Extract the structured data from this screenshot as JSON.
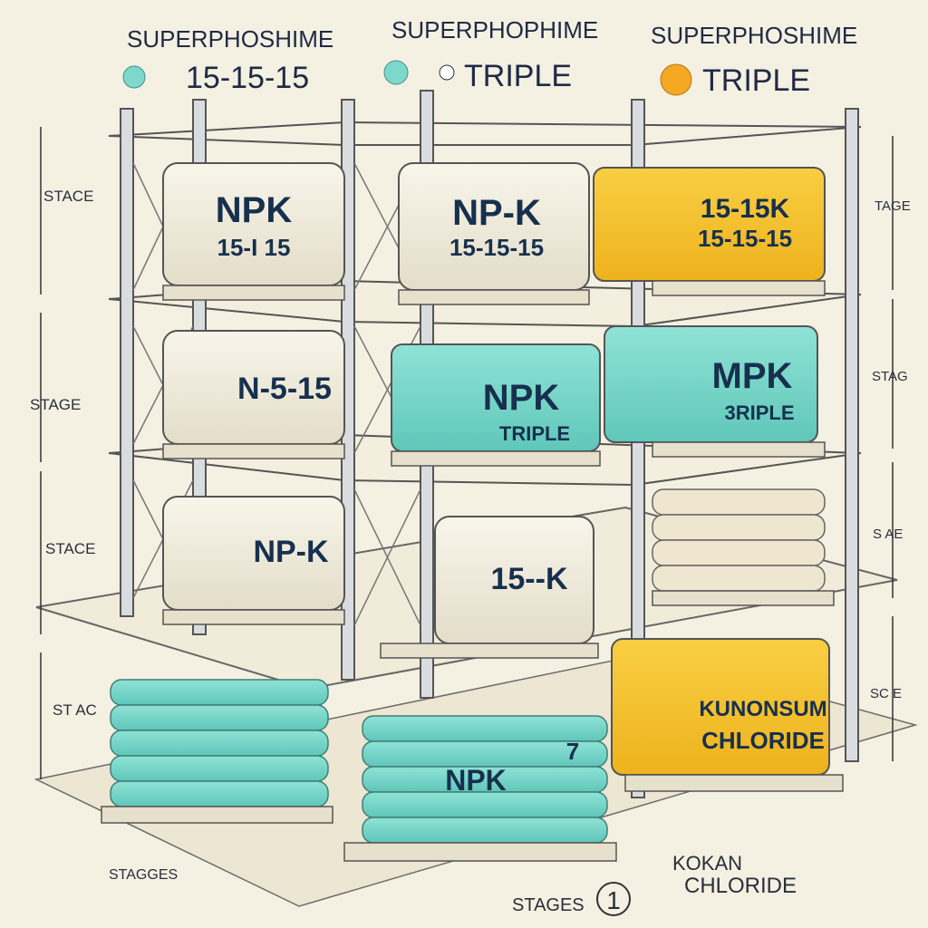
{
  "header": {
    "col1": {
      "title": "SUPERPHOSHIME",
      "sub": "15-15-15"
    },
    "col2": {
      "title": "SUPERPHOPHIME",
      "sub": "TRIPLE"
    },
    "col3": {
      "title": "SUPERPHOSHIME",
      "sub": "TRIPLE"
    }
  },
  "side_labels": {
    "left": [
      "STACE",
      "STAGE",
      "STACE",
      "ST AC"
    ],
    "right": [
      "TAGE",
      "STAG",
      "S AE",
      "SC E"
    ]
  },
  "shelves": {
    "row1": [
      "NPK\n15- I 15",
      "NP-K\n15-15-15",
      "15-15K\n15-15-15"
    ],
    "row2": [
      "N-5-15",
      "NPK\nTRIPLE",
      "MPK\n3RIPLE"
    ],
    "row3": [
      "NP-K",
      "15--K",
      ""
    ]
  },
  "floor": {
    "center_bag": "NPK",
    "center_num": "7",
    "right_bag": "KUNONSUM\nCHLORIDE"
  },
  "footer": {
    "left": "STAGGES",
    "stages": "STAGES",
    "stage_num": "1",
    "kokan": "KOKAN",
    "chloride": "CHLORIDE"
  },
  "colors": {
    "teal": "#7ed9cc",
    "yellow": "#f5c12e",
    "cream": "#f3efe0",
    "ink": "#1f2a44"
  },
  "icons": [
    "teal-dot-icon",
    "teal-dot-icon",
    "white-dot-icon",
    "orange-dot-icon"
  ]
}
